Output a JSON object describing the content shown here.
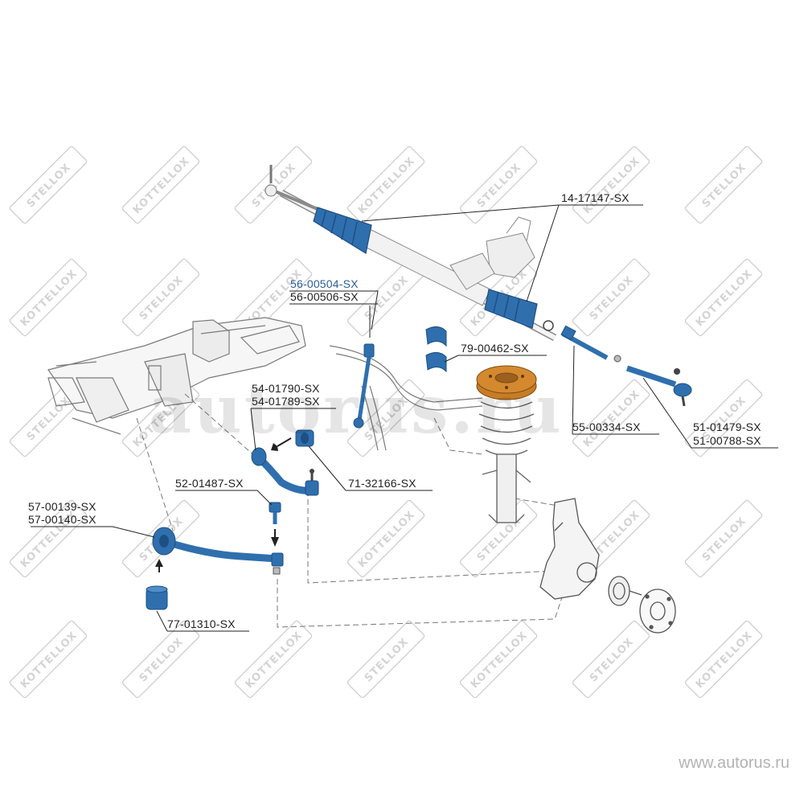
{
  "watermarks": {
    "brand_a": "STELLOX",
    "brand_b": "KOTTELLOX",
    "site_large": "autorus.ru",
    "site_footer": "www.autorus.ru"
  },
  "labels": {
    "p14_17147": "14-17147-SX",
    "p56_00504": "56-00504-SX",
    "p56_00506": "56-00506-SX",
    "p79_00462": "79-00462-SX",
    "p54_01790": "54-01790-SX",
    "p54_01789": "54-01789-SX",
    "p55_00334": "55-00334-SX",
    "p51_01479": "51-01479-SX",
    "p51_00788": "51-00788-SX",
    "p52_01487": "52-01487-SX",
    "p71_32166": "71-32166-SX",
    "p57_00139": "57-00139-SX",
    "p57_00140": "57-00140-SX",
    "p77_01310": "77-01310-SX"
  },
  "colors": {
    "part_blue": "#2f6fae",
    "part_dark": "#1d4f84",
    "mount_orange": "#d4892f",
    "highlight_text": "#2b5d97",
    "line_gray": "#8a8a8a"
  }
}
